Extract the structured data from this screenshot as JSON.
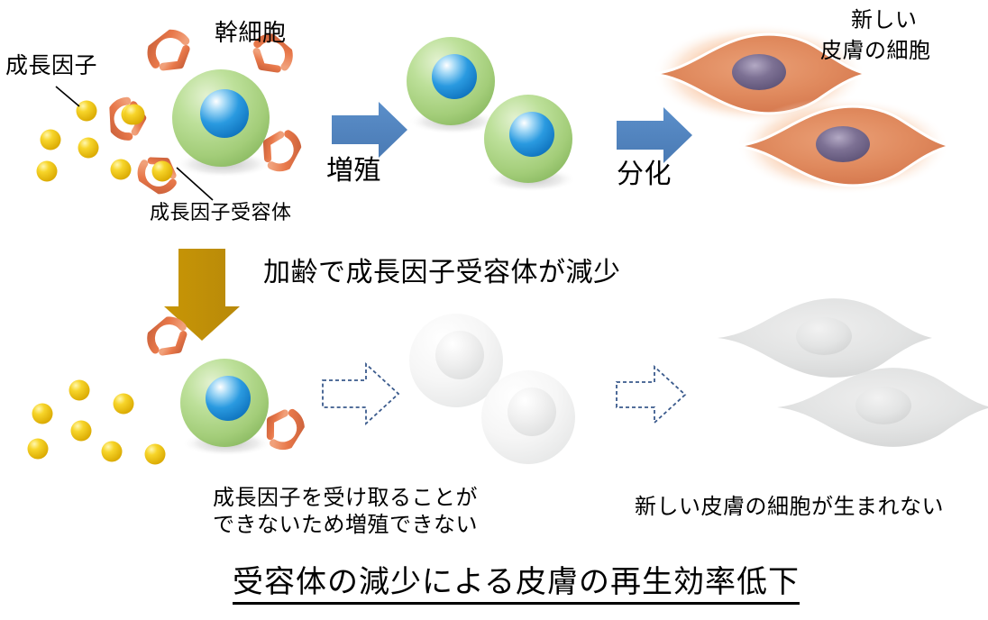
{
  "diagram": {
    "title": "受容体の減少による皮膚の再生効率低下",
    "top_row": {
      "growth_factor_label": "成長因子",
      "stem_cell_label": "幹細胞",
      "receptor_label": "成長因子受容体",
      "arrow1_label": "増殖",
      "arrow2_label": "分化",
      "new_skin_cell_label_line1": "新しい",
      "new_skin_cell_label_line2": "皮膚の細胞"
    },
    "transition": {
      "aging_label": "加齢で成長因子受容体が減少"
    },
    "bottom_row": {
      "no_proliferation_line1": "成長因子を受け取ることが",
      "no_proliferation_line2": "できないため増殖できない",
      "no_new_skin_label": "新しい皮膚の細胞が生まれない"
    },
    "colors": {
      "arrow_blue": "#4F81BD",
      "arrow_gold": "#BF8F00",
      "dashed_arrow_outline": "#3A5A8C",
      "cell_green": "#A6D27D",
      "nucleus_blue": "#2196E0",
      "growth_factor_yellow": "#F2CB16",
      "receptor_orange": "#E8784A",
      "skin_cell_orange": "#E08A5E",
      "skin_cell_nucleus_purple": "#6E6288",
      "ghost_gray": "#E9EAEA",
      "text_black": "#000000"
    },
    "icons": {
      "blue_arrow": "right-arrow-icon",
      "gold_arrow": "down-arrow-icon",
      "dashed_arrow": "dashed-right-arrow-icon",
      "stem_cell": "stem-cell-icon",
      "skin_cell": "skin-cell-icon",
      "receptor": "receptor-icon",
      "growth_factor": "growth-factor-dot-icon"
    }
  }
}
